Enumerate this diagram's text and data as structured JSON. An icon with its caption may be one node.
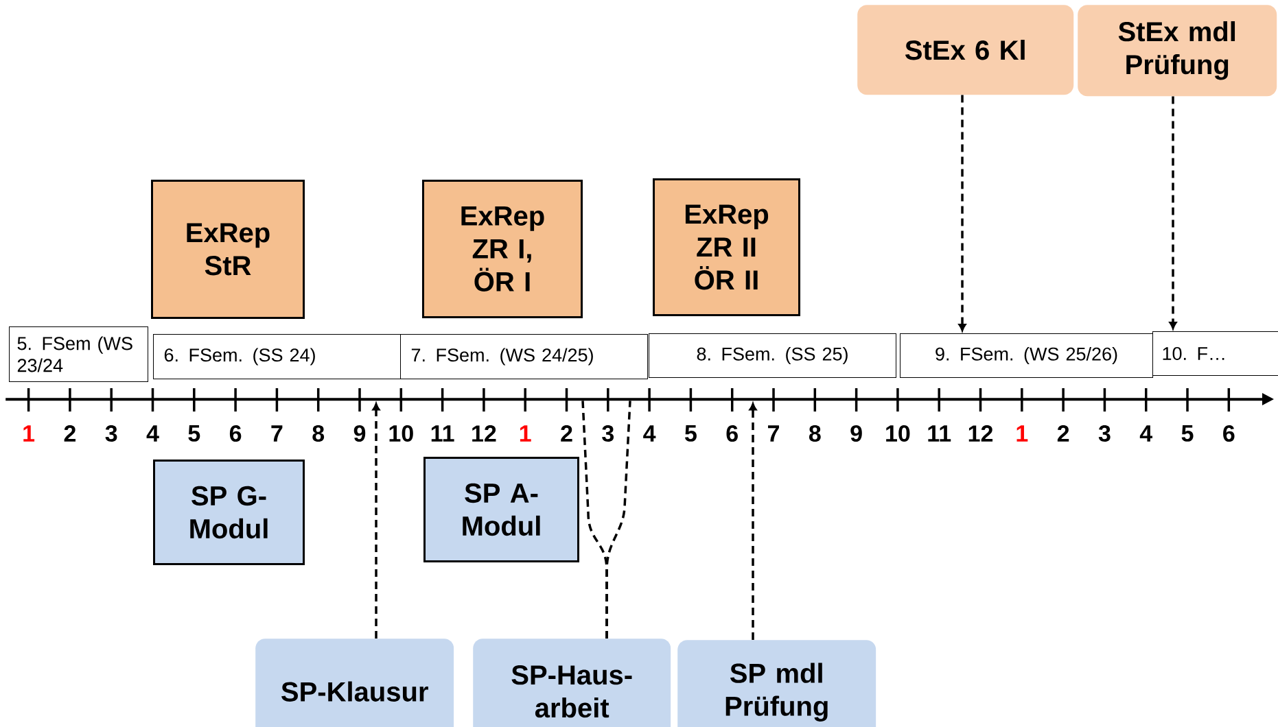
{
  "diagram": {
    "nodes": [
      {
        "text": [
          "ExRep StR"
        ]
      },
      {
        "text": [
          "ExRep ZR I, ÖR I"
        ]
      },
      {
        "text": [
          "ExRep ZR II ÖR II"
        ]
      },
      {
        "text": [
          "StEx 6 Kl"
        ]
      },
      {
        "text": [
          "StEx mdl Prüfung"
        ]
      },
      {
        "text": [
          "5. FSem (WS 23/24"
        ]
      },
      {
        "text": [
          "6. FSem. (SS 24)"
        ]
      },
      {
        "text": [
          "7. FSem. (WS 24/25)"
        ]
      },
      {
        "text": [
          "8. FSem. (SS 25)"
        ]
      },
      {
        "text": [
          "9. FSem. (WS 25/26)"
        ]
      },
      {
        "text": [
          "10. F…"
        ]
      },
      {
        "text": [
          "SP G-Modul"
        ]
      },
      {
        "text": [
          "SP A-Modul"
        ]
      },
      {
        "text": [
          "SP-Klausur"
        ]
      },
      {
        "text": [
          "SP-Haus-arbeit"
        ]
      },
      {
        "text": [
          "SP mdl Prüfung"
        ]
      },
      {
        "text": [],
        "shape": "arrow"
      }
    ],
    "edges": [
      {
        "from": 3,
        "to": 9,
        "arrow": "to",
        "style": "dashed"
      },
      {
        "from": 4,
        "to": 10,
        "arrow": "to",
        "style": "dashed"
      },
      {
        "from": 13,
        "to": 16,
        "arrow": "to",
        "style": "dashed"
      },
      {
        "from": 14,
        "to": 16,
        "arrow": "none",
        "style": "dashed"
      },
      {
        "from": 14,
        "to": 16,
        "arrow": "none",
        "style": "dashed"
      },
      {
        "from": 15,
        "to": 16,
        "arrow": "to",
        "style": "dashed"
      }
    ],
    "labels": [
      "1",
      "2",
      "3",
      "4",
      "5",
      "6",
      "7",
      "8",
      "9",
      "10",
      "11",
      "12",
      "1",
      "2",
      "3",
      "4",
      "5",
      "6",
      "7",
      "8",
      "9",
      "10",
      "11",
      "12",
      "1",
      "2",
      "3",
      "4",
      "5",
      "6"
    ]
  }
}
